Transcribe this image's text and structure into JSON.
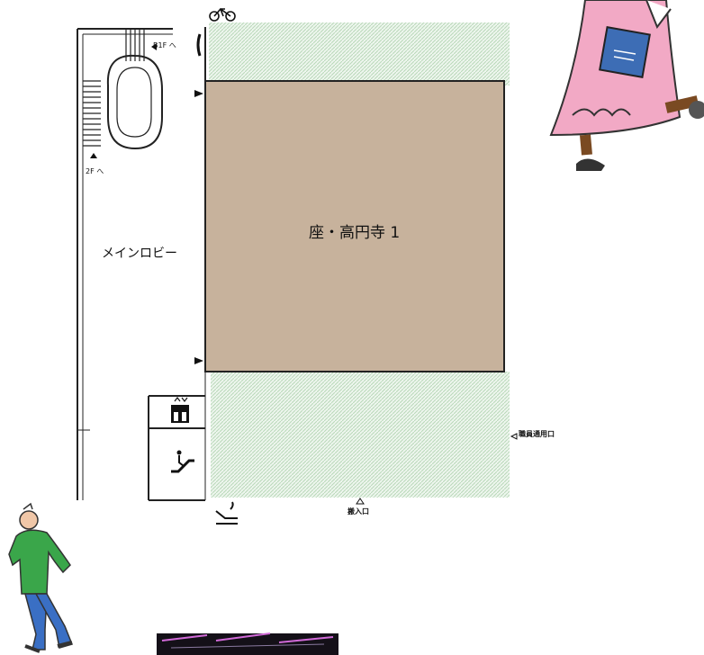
{
  "floor_map": {
    "main_hall": {
      "label": "座・高円寺 1",
      "color": "#c7b29c"
    },
    "lobby": {
      "label": "メインロビー"
    },
    "stairs": {
      "to_b1f_label": "B1F へ",
      "to_2f_label": "2F へ"
    },
    "staff_entrance": {
      "label": "職員通用口"
    },
    "loading_dock": {
      "label": "搬入口"
    },
    "hatched_area_color": "#cfe3cf",
    "icons": [
      "bicycle-icon",
      "phone-icon",
      "elevator-icon",
      "escalator-icon",
      "smoking-area-icon",
      "entrance-arrow-icon"
    ]
  }
}
